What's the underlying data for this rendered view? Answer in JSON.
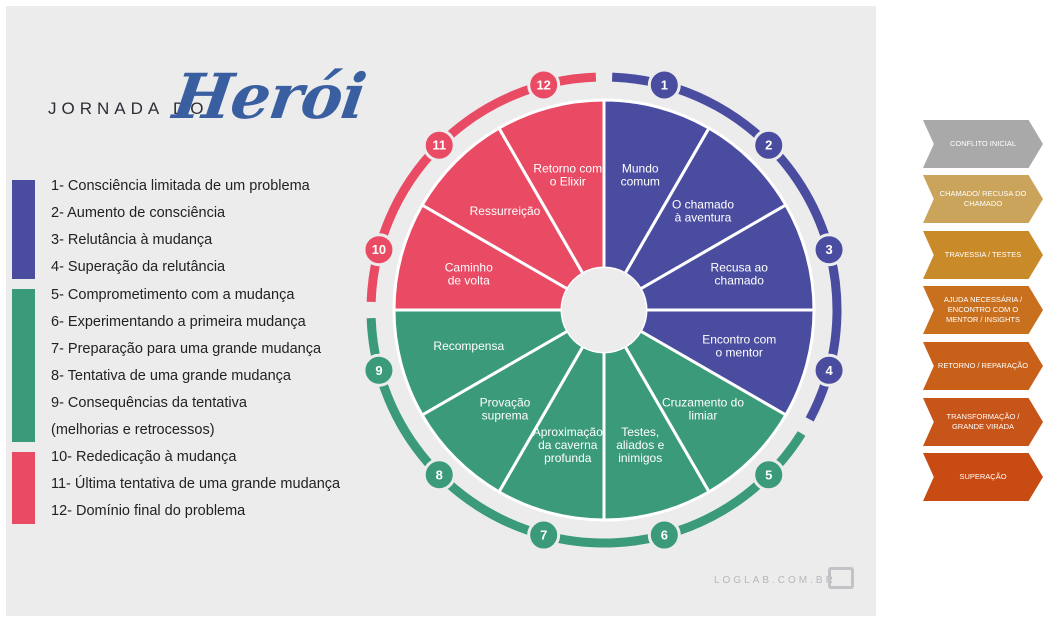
{
  "title": {
    "prefix": "JORNADA DO",
    "main": "Herói"
  },
  "colors": {
    "blue": "#4a4ca0",
    "green": "#3a9a7a",
    "red": "#e84b63",
    "ring_blue": "#4a4ca0",
    "ring_green": "#3a9a7a",
    "ring_red": "#e84b63"
  },
  "steps": [
    "1- Consciência limitada de um problema",
    "2- Aumento de consciência",
    "3- Relutância à mudança",
    "4- Superação da relutância",
    "5- Comprometimento com a mudança",
    "6- Experimentando a primeira mudança",
    "7- Preparação para uma grande mudança",
    "8- Tentativa de uma grande mudança",
    "9- Consequências da tentativa",
    "(melhorias e retrocessos)",
    "10- Rededicação à mudança",
    "11- Última tentativa de uma grande mudança",
    "12- Domínio final do problema"
  ],
  "wheel_segments": [
    [
      "Mundo",
      "comum"
    ],
    [
      "O chamado",
      "à aventura"
    ],
    [
      "Recusa ao",
      "chamado"
    ],
    [
      "Encontro com",
      "o mentor"
    ],
    [
      "Cruzamento do",
      "limiar"
    ],
    [
      "Testes,",
      "aliados e",
      "inimigos"
    ],
    [
      "Aproximação",
      "da caverna",
      "profunda"
    ],
    [
      "Provação",
      "suprema"
    ],
    [
      "Recompensa"
    ],
    [
      "Caminho",
      "de volta"
    ],
    [
      "Ressurreição"
    ],
    [
      "Retorno com",
      "o Elixir"
    ]
  ],
  "wheel_numbers": [
    "1",
    "2",
    "3",
    "4",
    "5",
    "6",
    "7",
    "8",
    "9",
    "10",
    "11",
    "12"
  ],
  "watermark": "LOGLAB.COM.BR",
  "arrows": [
    {
      "label": "CONFLITO INICIAL",
      "color": "#a9a9a9"
    },
    {
      "label": "CHAMADO/ RECUSA DO CHAMADO",
      "color": "#c9a45a"
    },
    {
      "label": "TRAVESSIA / TESTES",
      "color": "#c98a2a"
    },
    {
      "label": "AJUDA NECESSÁRIA / ENCONTRO COM O MENTOR / INSIGHTS",
      "color": "#c9701e"
    },
    {
      "label": "RETORNO / REPARAÇÃO",
      "color": "#c9601a"
    },
    {
      "label": "TRANSFORMAÇÃO / GRANDE VIRADA",
      "color": "#c75418"
    },
    {
      "label": "SUPERAÇÃO",
      "color": "#c84b14"
    }
  ]
}
